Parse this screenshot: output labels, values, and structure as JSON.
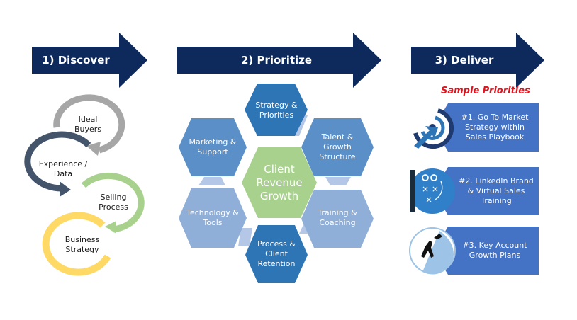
{
  "steps": [
    {
      "label": "1) Discover"
    },
    {
      "label": "2) Prioritize"
    },
    {
      "label": "3) Deliver"
    }
  ],
  "discover_cycle": [
    {
      "label": "Ideal Buyers",
      "color": "#a6a6a6"
    },
    {
      "label": "Experience / Data",
      "color": "#44546a"
    },
    {
      "label": "Selling Process",
      "color": "#a9d18e"
    },
    {
      "label": "Business Strategy",
      "color": "#ffd966"
    }
  ],
  "prioritize": {
    "center": "Client Revenue Growth",
    "hexes": [
      {
        "label": "Strategy & Priorities",
        "color": "#2e75b6"
      },
      {
        "label": "Talent & Growth Structure",
        "color": "#5b8fc7"
      },
      {
        "label": "Training & Coaching",
        "color": "#8fafd9"
      },
      {
        "label": "Process & Client Retention",
        "color": "#2e75b6"
      },
      {
        "label": "Technology & Tools",
        "color": "#8fafd9"
      },
      {
        "label": "Marketing & Support",
        "color": "#5b8fc7"
      }
    ],
    "center_color": "#a9d18e"
  },
  "deliver": {
    "heading": "Sample Priorities",
    "items": [
      {
        "label": "#1. Go To Market Strategy within Sales Playbook",
        "icon": "target-icon"
      },
      {
        "label": "#2. LinkedIn Brand & Virtual Sales Training",
        "icon": "playbook-icon"
      },
      {
        "label": "#3. Key Account Growth Plans",
        "icon": "climbers-icon"
      }
    ]
  },
  "colors": {
    "arrow": "#0e2a5c",
    "priority_box": "#4472c4"
  }
}
